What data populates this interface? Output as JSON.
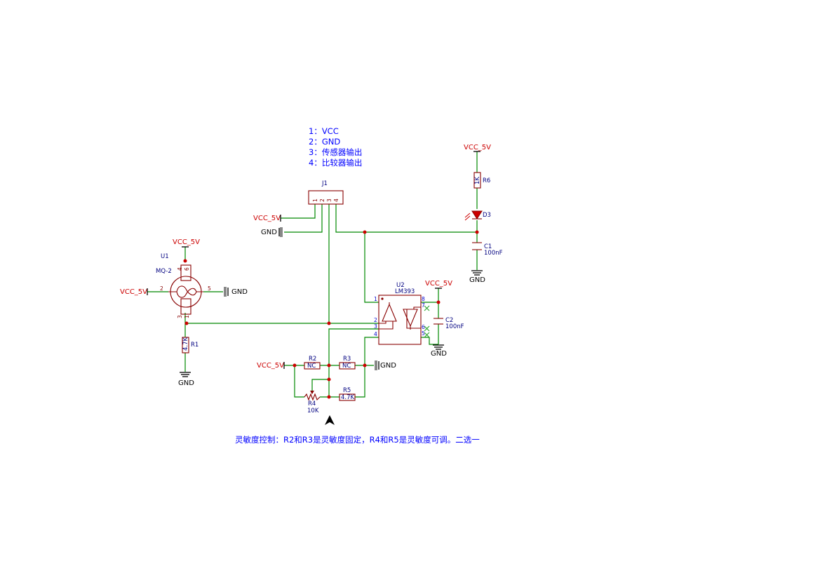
{
  "notes": {
    "pins": [
      "1：VCC",
      "2：GND",
      "3：传感器输出",
      "4：比较器输出"
    ],
    "sensitivity": "灵敏度控制：R2和R3是灵敏度固定，R4和R5是灵敏度可调。二选一"
  },
  "nets": {
    "vcc": "VCC_5V",
    "gnd": "GND"
  },
  "components": {
    "j1": {
      "ref": "J1",
      "pins": [
        "1",
        "2",
        "3",
        "4"
      ]
    },
    "u1": {
      "ref": "U1",
      "value": "MQ-2",
      "pins": [
        "4",
        "6",
        "2",
        "5",
        "3",
        "1"
      ]
    },
    "r1": {
      "ref": "R1",
      "value": "4.7K"
    },
    "r6": {
      "ref": "R6",
      "value": "1K"
    },
    "d3": {
      "ref": "D3"
    },
    "c1": {
      "ref": "C1",
      "value": "100nF"
    },
    "u2": {
      "ref": "U2",
      "value": "LM393",
      "pins": [
        "1",
        "2",
        "3",
        "4",
        "8",
        "7",
        "6",
        "5"
      ]
    },
    "c2": {
      "ref": "C2",
      "value": "100nF"
    },
    "r2": {
      "ref": "R2",
      "value": "NC"
    },
    "r3": {
      "ref": "R3",
      "value": "NC"
    },
    "r4": {
      "ref": "R4",
      "value": "10K"
    },
    "r5": {
      "ref": "R5",
      "value": "4.7K"
    }
  }
}
